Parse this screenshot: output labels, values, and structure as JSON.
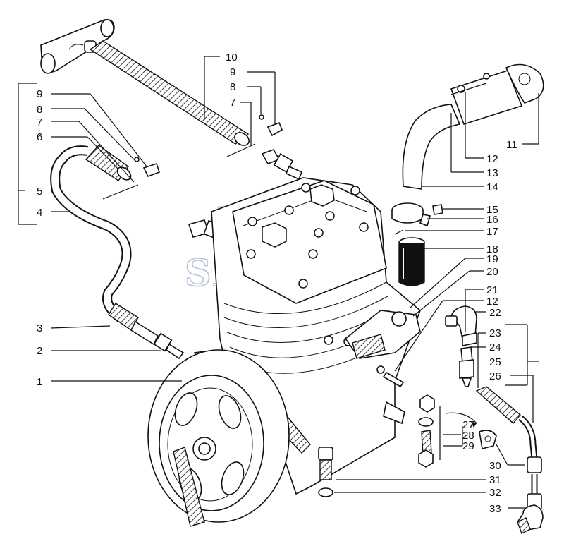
{
  "watermark": {
    "text": "SANTAL",
    "color": "#9bb0cc"
  },
  "callouts_left": [
    {
      "id": "9a",
      "text": "9"
    },
    {
      "id": "8a",
      "text": "8"
    },
    {
      "id": "7a",
      "text": "7"
    },
    {
      "id": "6",
      "text": "6"
    },
    {
      "id": "5",
      "text": "5"
    },
    {
      "id": "4",
      "text": "4"
    },
    {
      "id": "3",
      "text": "3"
    },
    {
      "id": "2",
      "text": "2"
    },
    {
      "id": "1",
      "text": "1"
    }
  ],
  "callouts_top": [
    {
      "id": "10",
      "text": "10"
    },
    {
      "id": "9b",
      "text": "9"
    },
    {
      "id": "8b",
      "text": "8"
    },
    {
      "id": "7b",
      "text": "7"
    }
  ],
  "callouts_right": [
    {
      "id": "11",
      "text": "11"
    },
    {
      "id": "12a",
      "text": "12"
    },
    {
      "id": "13",
      "text": "13"
    },
    {
      "id": "14",
      "text": "14"
    },
    {
      "id": "15",
      "text": "15"
    },
    {
      "id": "16",
      "text": "16"
    },
    {
      "id": "17",
      "text": "17"
    },
    {
      "id": "18",
      "text": "18"
    },
    {
      "id": "19",
      "text": "19"
    },
    {
      "id": "20",
      "text": "20"
    },
    {
      "id": "21",
      "text": "21"
    },
    {
      "id": "12b",
      "text": "12"
    },
    {
      "id": "22",
      "text": "22"
    },
    {
      "id": "23",
      "text": "23"
    },
    {
      "id": "24",
      "text": "24"
    },
    {
      "id": "25",
      "text": "25"
    },
    {
      "id": "26",
      "text": "26"
    },
    {
      "id": "27",
      "text": "27"
    },
    {
      "id": "28",
      "text": "28"
    },
    {
      "id": "29",
      "text": "29"
    },
    {
      "id": "30",
      "text": "30"
    },
    {
      "id": "31",
      "text": "31"
    },
    {
      "id": "32",
      "text": "32"
    },
    {
      "id": "33",
      "text": "33"
    }
  ]
}
